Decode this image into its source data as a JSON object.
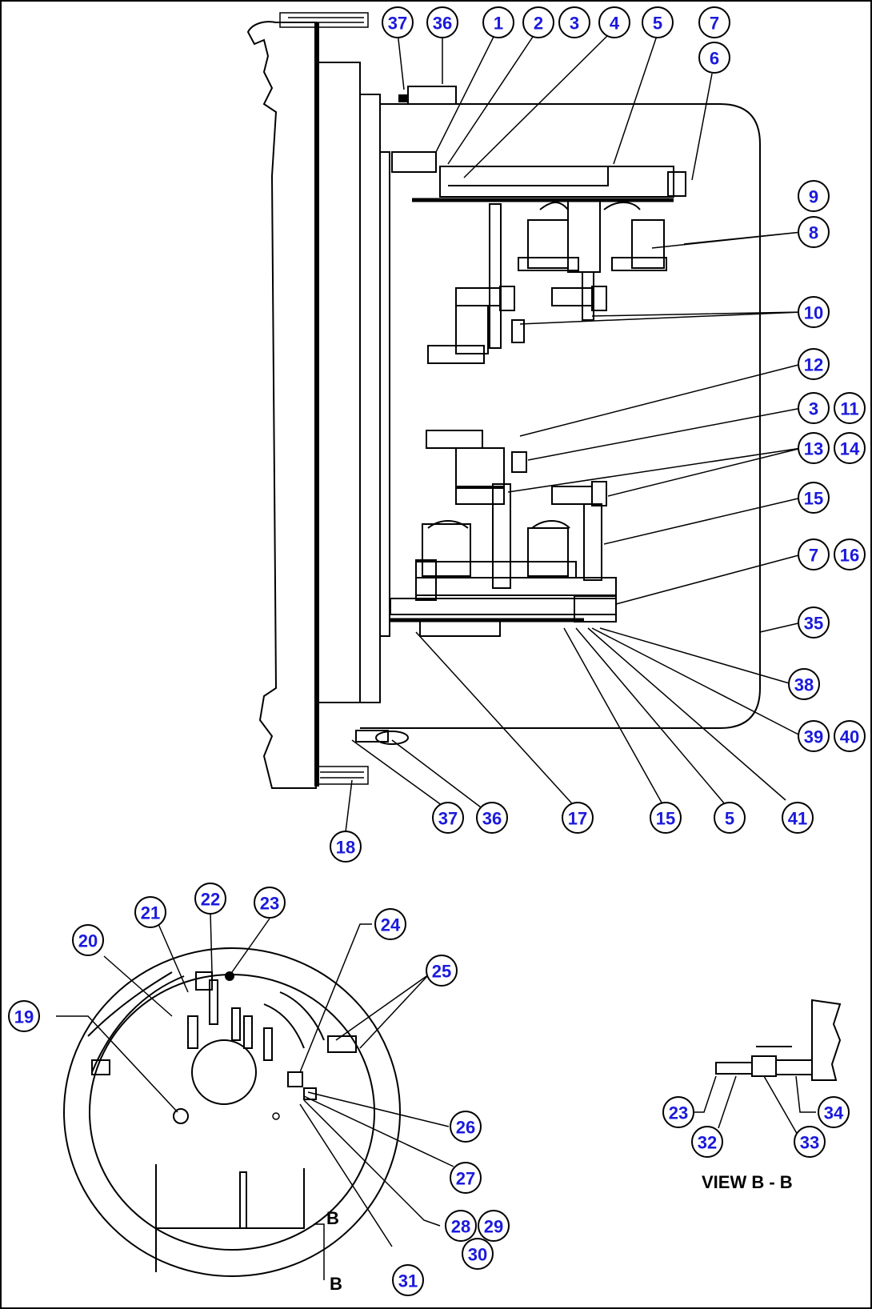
{
  "callouts": [
    {
      "n": "37"
    },
    {
      "n": "36"
    },
    {
      "n": "1"
    },
    {
      "n": "2"
    },
    {
      "n": "3"
    },
    {
      "n": "4"
    },
    {
      "n": "5"
    },
    {
      "n": "7"
    },
    {
      "n": "6"
    },
    {
      "n": "9"
    },
    {
      "n": "8"
    },
    {
      "n": "10"
    },
    {
      "n": "12"
    },
    {
      "n": "3"
    },
    {
      "n": "11"
    },
    {
      "n": "13"
    },
    {
      "n": "14"
    },
    {
      "n": "15"
    },
    {
      "n": "7"
    },
    {
      "n": "16"
    },
    {
      "n": "35"
    },
    {
      "n": "38"
    },
    {
      "n": "39"
    },
    {
      "n": "40"
    },
    {
      "n": "37"
    },
    {
      "n": "36"
    },
    {
      "n": "17"
    },
    {
      "n": "15"
    },
    {
      "n": "5"
    },
    {
      "n": "41"
    },
    {
      "n": "18"
    },
    {
      "n": "21"
    },
    {
      "n": "22"
    },
    {
      "n": "23"
    },
    {
      "n": "20"
    },
    {
      "n": "24"
    },
    {
      "n": "25"
    },
    {
      "n": "19"
    },
    {
      "n": "26"
    },
    {
      "n": "27"
    },
    {
      "n": "28"
    },
    {
      "n": "29"
    },
    {
      "n": "30"
    },
    {
      "n": "31"
    },
    {
      "n": "23"
    },
    {
      "n": "34"
    },
    {
      "n": "32"
    },
    {
      "n": "33"
    }
  ],
  "section_view": {
    "label": "VIEW B - B",
    "marker": "B"
  },
  "colors": {
    "callout_text": "#1a1adc",
    "line": "#000000",
    "background": "#ffffff"
  }
}
